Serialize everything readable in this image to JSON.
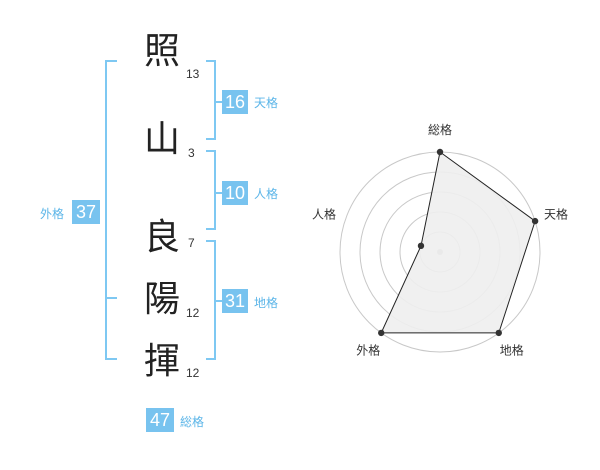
{
  "name": {
    "characters": [
      {
        "char": "照",
        "strokes": "13"
      },
      {
        "char": "山",
        "strokes": "3"
      },
      {
        "char": "良",
        "strokes": "7"
      },
      {
        "char": "陽",
        "strokes": "12"
      },
      {
        "char": "揮",
        "strokes": "12"
      }
    ]
  },
  "fortune": {
    "tenkaku": {
      "value": "16",
      "label": "天格"
    },
    "jinkaku": {
      "value": "10",
      "label": "人格"
    },
    "chikaku": {
      "value": "31",
      "label": "地格"
    },
    "gaikaku": {
      "value": "37",
      "label": "外格"
    },
    "soukaku": {
      "value": "47",
      "label": "総格"
    }
  },
  "colors": {
    "accent": "#78c3ef",
    "bracket": "#7ec8f2",
    "label": "#5bb5e8"
  },
  "chart_data": {
    "type": "radar",
    "axes": [
      "総格",
      "天格",
      "地格",
      "外格",
      "人格"
    ],
    "max": 5,
    "values": [
      5,
      5,
      5,
      5,
      1
    ],
    "rings": 5,
    "grid": true
  }
}
